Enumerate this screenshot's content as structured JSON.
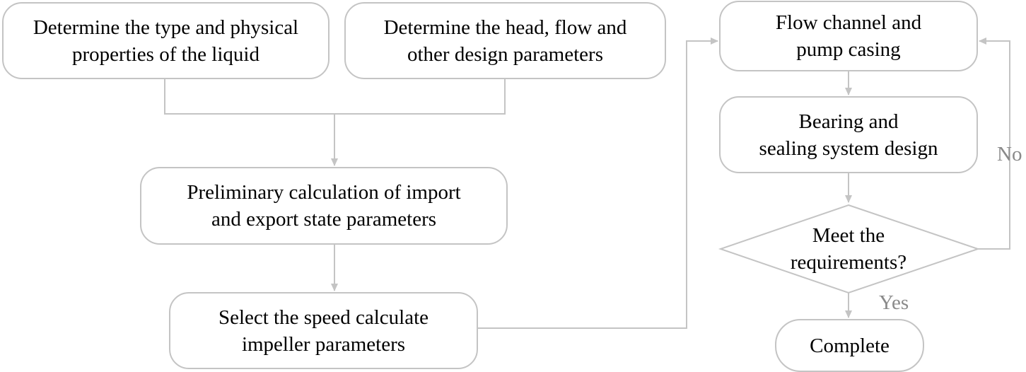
{
  "nodes": {
    "liquid": {
      "line1": "Determine the type and physical",
      "line2": "properties of the liquid"
    },
    "design_params": {
      "line1": "Determine the head, flow and",
      "line2": "other design parameters"
    },
    "preliminary": {
      "line1": "Preliminary calculation of import",
      "line2": "and export state parameters"
    },
    "select_speed": {
      "line1": "Select the speed calculate",
      "line2": "impeller parameters"
    },
    "flow_channel": {
      "line1": "Flow channel and",
      "line2": "pump casing"
    },
    "bearing": {
      "line1": "Bearing and",
      "line2": "sealing system design"
    },
    "decision": {
      "line1": "Meet the",
      "line2": "requirements?"
    },
    "complete": {
      "line1": "Complete"
    }
  },
  "edge_labels": {
    "no": "No",
    "yes": "Yes"
  },
  "colors": {
    "stroke": "#c4c4c4",
    "label": "#8a8a8a",
    "text": "#000000"
  }
}
